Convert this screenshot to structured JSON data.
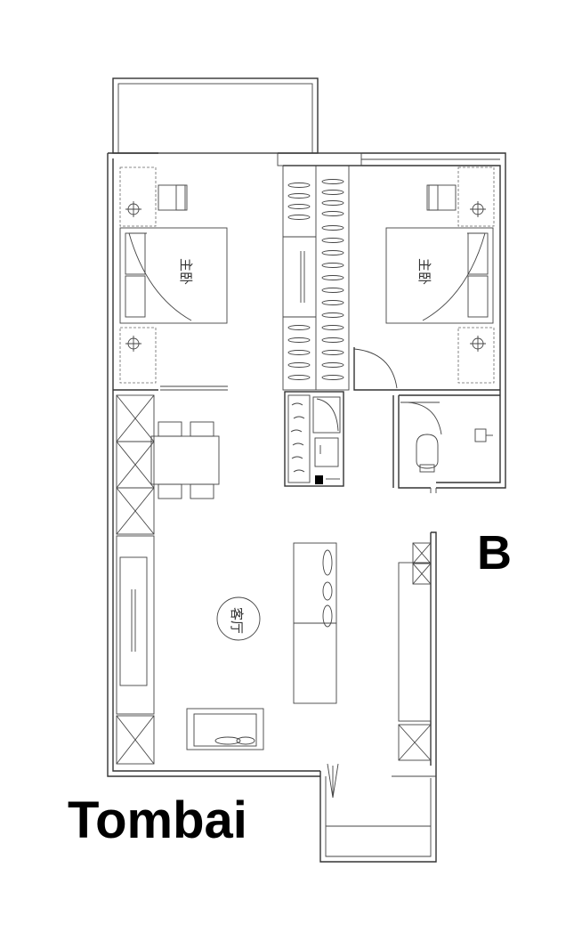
{
  "plan": {
    "rooms": {
      "bedroom_left": "主卧",
      "bedroom_right": "主卧",
      "living_room": "客厅"
    },
    "unit_label": "B",
    "project_name": "Tombai"
  }
}
